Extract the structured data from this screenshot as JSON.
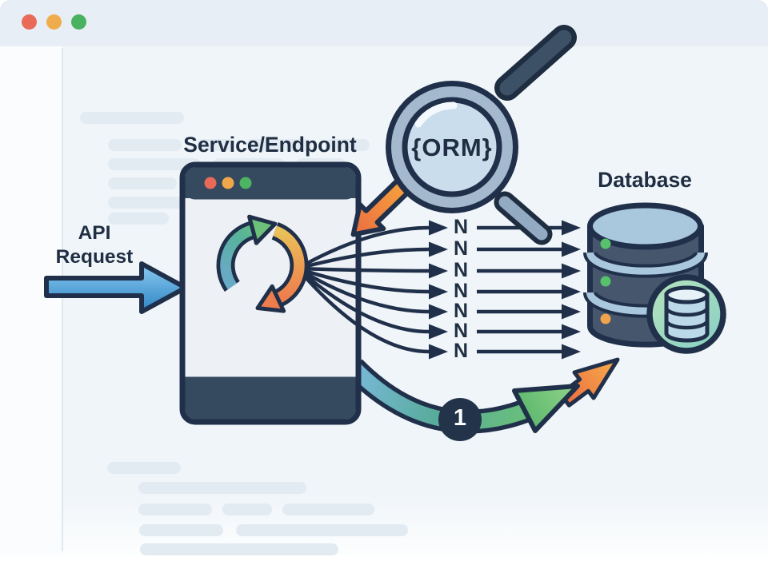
{
  "window": {
    "traffic_lights": [
      {
        "name": "close",
        "color": "#e96a57"
      },
      {
        "name": "minimize",
        "color": "#f0ac4c"
      },
      {
        "name": "zoom",
        "color": "#49b261"
      }
    ]
  },
  "labels": {
    "api_request_line1": "API",
    "api_request_line2": "Request",
    "service": "Service/Endpoint",
    "orm": "{ORM}",
    "database": "Database",
    "n_query": "N",
    "single_query": "1"
  },
  "diagram": {
    "n_query_arrow_count": 7,
    "service_window_dot_colors": [
      "#ea6a58",
      "#efa74b",
      "#4db463"
    ],
    "database_tier_dot_colors": [
      "#58c16c",
      "#58c16c",
      "#f0a34c"
    ]
  },
  "colors": {
    "outline_navy": "#20304a",
    "text_navy": "#1f2e42",
    "panel_bg": "#f0f5f9",
    "titlebar_bg": "#e8eef5",
    "skeleton_pill": "#e2eaf2",
    "phone_chrome": "#35495f",
    "api_arrow_blue": "#2f86c6",
    "orm_arrow_orange": "#ee7a3e",
    "sync_green": "#6cc07a",
    "sync_teal": "#68aac4",
    "sync_orange": "#ee7d4d",
    "db_body": "#46566c",
    "db_top": "#a9c8de",
    "badge_green": "#9ed8c0",
    "one_badge_navy": "#22334a"
  }
}
